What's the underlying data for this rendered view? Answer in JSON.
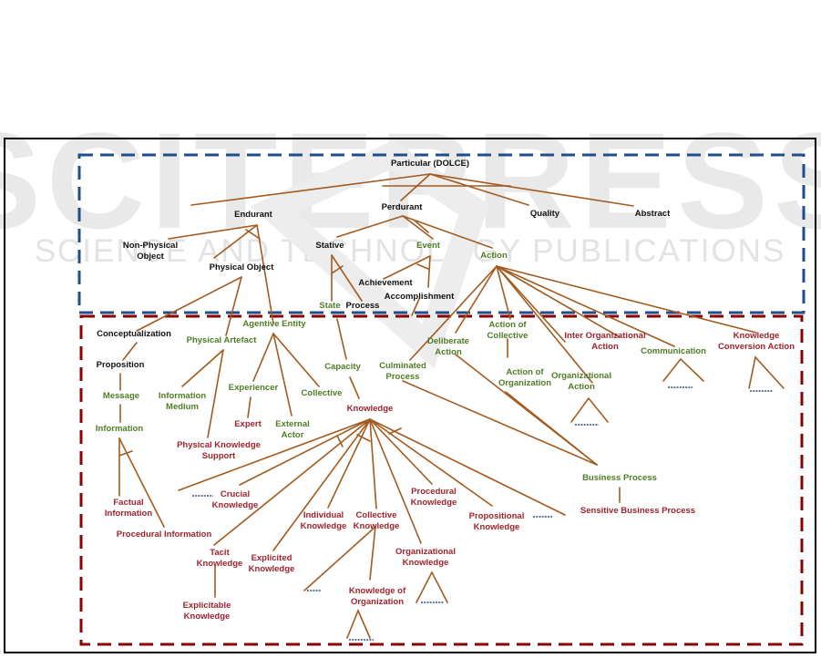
{
  "watermark": {
    "main": "SCITEPRESS",
    "sub": "SCIENCE AND TECHNOLOGY PUBLICATIONS"
  },
  "regions": [
    {
      "name": "dolce-region",
      "border_color": "#1f4e8c",
      "style": "dashed"
    },
    {
      "name": "domain-region",
      "border_color": "#8b0000",
      "style": "dashed"
    }
  ],
  "colors": {
    "edge": "#a35a1e",
    "black": "#111111",
    "green": "#4f7d24",
    "red": "#a0232d",
    "ellipsis": "#2e4d7a"
  },
  "nodes": {
    "particular": {
      "lines": [
        "Particular (DOLCE)"
      ],
      "color": "black"
    },
    "endurant": {
      "lines": [
        "Endurant"
      ],
      "color": "black"
    },
    "perdurant": {
      "lines": [
        "Perdurant"
      ],
      "color": "black"
    },
    "quality": {
      "lines": [
        "Quality"
      ],
      "color": "black"
    },
    "abstract": {
      "lines": [
        "Abstract"
      ],
      "color": "black"
    },
    "non_physical_object": {
      "lines": [
        "Non-Physical",
        "Object"
      ],
      "color": "black"
    },
    "physical_object": {
      "lines": [
        "Physical Object"
      ],
      "color": "black"
    },
    "stative": {
      "lines": [
        "Stative"
      ],
      "color": "black"
    },
    "event": {
      "lines": [
        "Event"
      ],
      "color": "green"
    },
    "action": {
      "lines": [
        "Action"
      ],
      "color": "green"
    },
    "achievement": {
      "lines": [
        "Achievement"
      ],
      "color": "black"
    },
    "accomplishment": {
      "lines": [
        "Accomplishment"
      ],
      "color": "black"
    },
    "state": {
      "lines": [
        "State"
      ],
      "color": "green"
    },
    "process": {
      "lines": [
        "Process"
      ],
      "color": "black"
    },
    "conceptualization": {
      "lines": [
        "Conceptualization"
      ],
      "color": "black"
    },
    "proposition": {
      "lines": [
        "Proposition"
      ],
      "color": "black"
    },
    "message": {
      "lines": [
        "Message"
      ],
      "color": "green"
    },
    "information": {
      "lines": [
        "Information"
      ],
      "color": "green"
    },
    "factual_information": {
      "lines": [
        "Factual",
        "Information"
      ],
      "color": "red"
    },
    "procedural_information": {
      "lines": [
        "Procedural Information"
      ],
      "color": "red"
    },
    "physical_artefact": {
      "lines": [
        "Physical Artefact"
      ],
      "color": "green"
    },
    "information_medium": {
      "lines": [
        "Information",
        "Medium"
      ],
      "color": "green"
    },
    "physical_knowledge_support": {
      "lines": [
        "Physical Knowledge",
        "Support"
      ],
      "color": "red"
    },
    "agentive_entity": {
      "lines": [
        "Agentive Entity"
      ],
      "color": "green"
    },
    "experiencer": {
      "lines": [
        "Experiencer"
      ],
      "color": "green"
    },
    "expert": {
      "lines": [
        "Expert"
      ],
      "color": "red"
    },
    "external_actor": {
      "lines": [
        "External",
        "Actor"
      ],
      "color": "green"
    },
    "collective": {
      "lines": [
        "Collective"
      ],
      "color": "green"
    },
    "capacity": {
      "lines": [
        "Capacity"
      ],
      "color": "green"
    },
    "knowledge": {
      "lines": [
        "Knowledge"
      ],
      "color": "red"
    },
    "crucial_knowledge": {
      "lines": [
        "Crucial",
        "Knowledge"
      ],
      "color": "red"
    },
    "tacit_knowledge": {
      "lines": [
        "Tacit",
        "Knowledge"
      ],
      "color": "red"
    },
    "explicitable_knowledge": {
      "lines": [
        "Explicitable",
        "Knowledge"
      ],
      "color": "red"
    },
    "explicited_knowledge": {
      "lines": [
        "Explicited",
        "Knowledge"
      ],
      "color": "red"
    },
    "individual_knowledge": {
      "lines": [
        "Individual",
        "Knowledge"
      ],
      "color": "red"
    },
    "collective_knowledge": {
      "lines": [
        "Collective",
        "Knowledge"
      ],
      "color": "red"
    },
    "knowledge_of_organization": {
      "lines": [
        "Knowledge of",
        "Organization"
      ],
      "color": "red"
    },
    "organizational_knowledge": {
      "lines": [
        "Organizational",
        "Knowledge"
      ],
      "color": "red"
    },
    "procedural_knowledge": {
      "lines": [
        "Procedural",
        "Knowledge"
      ],
      "color": "red"
    },
    "propositional_knowledge": {
      "lines": [
        "Propositional",
        "Knowledge"
      ],
      "color": "red"
    },
    "culminated_process": {
      "lines": [
        "Culminated",
        "Process"
      ],
      "color": "green"
    },
    "deliberate_action": {
      "lines": [
        "Deliberate",
        "Action"
      ],
      "color": "green"
    },
    "action_of_collective": {
      "lines": [
        "Action of",
        "Collective"
      ],
      "color": "green"
    },
    "action_of_organization": {
      "lines": [
        "Action of",
        "Organization"
      ],
      "color": "green"
    },
    "organizational_action": {
      "lines": [
        "Organizational",
        "Action"
      ],
      "color": "green"
    },
    "inter_organizational_action": {
      "lines": [
        "Inter Organizational",
        "Action"
      ],
      "color": "red"
    },
    "communication": {
      "lines": [
        "Communication"
      ],
      "color": "green"
    },
    "knowledge_conversion_action": {
      "lines": [
        "Knowledge",
        "Conversion Action"
      ],
      "color": "red"
    },
    "business_process": {
      "lines": [
        "Business Process"
      ],
      "color": "green"
    },
    "sensitive_business_process": {
      "lines": [
        "Sensitive Business Process"
      ],
      "color": "red"
    }
  },
  "ellipsis_marker": "......"
}
